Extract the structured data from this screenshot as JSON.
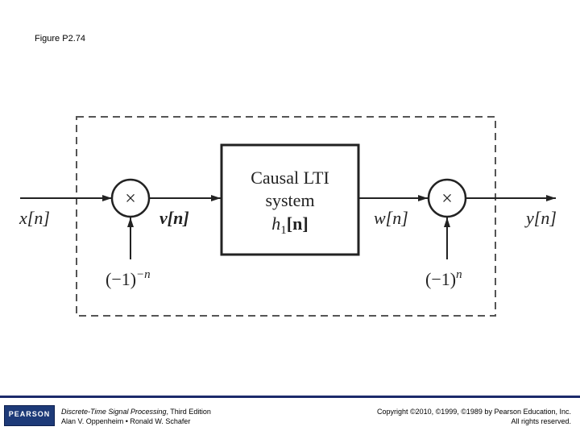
{
  "figure_title": "Figure P2.74",
  "diagram": {
    "input_label": "x[n]",
    "v_label": "v[n]",
    "w_label": "w[n]",
    "output_label": "y[n]",
    "system_line1": "Causal LTI",
    "system_line2": "system",
    "system_h": "h",
    "system_sub": "1",
    "system_arg": "[n]",
    "multiplier_symbol": "×",
    "mod1_base": "(−1)",
    "mod1_exp": "−n",
    "mod2_base": "(−1)",
    "mod2_exp": "n"
  },
  "footer": {
    "logo_text": "PEARSON",
    "book_title": "Discrete-Time Signal Processing",
    "book_edition": ", Third Edition",
    "authors": "Alan V. Oppenheim • Ronald W. Schafer",
    "copyright": "Copyright ©2010, ©1999, ©1989 by Pearson Education, Inc.",
    "rights": "All rights reserved."
  }
}
